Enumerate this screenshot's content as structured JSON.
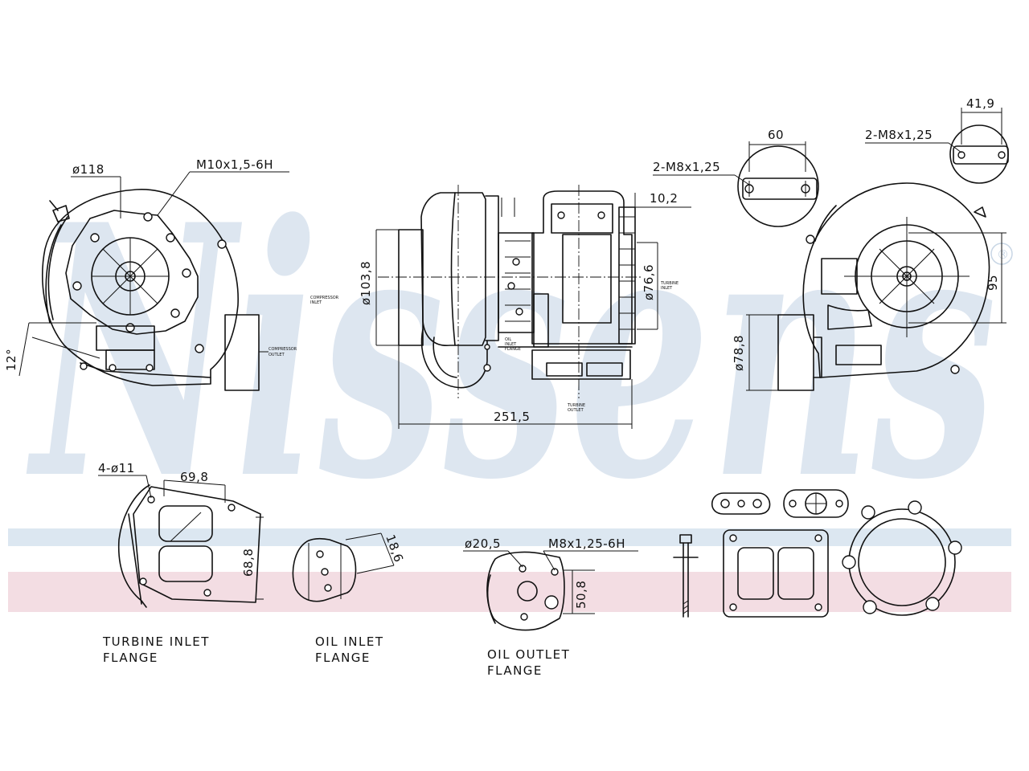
{
  "watermark": {
    "brand": "Nissens",
    "registered": "®",
    "brand_color": "#dde6f0",
    "stripe_blue": "#dce7f1",
    "stripe_red": "#f3dde3"
  },
  "dimensions": {
    "d118": "ø118",
    "m10": "M10x1,5-6H",
    "angle12": "12°",
    "d103": "ø103,8",
    "d76": "ø76,6",
    "len251": "251,5",
    "off102": "10,2",
    "d60": "60",
    "m8a": "2-M8x1,25",
    "d419": "41,9",
    "m8b": "2-M8x1,25",
    "h95": "95",
    "d788": "ø78,8",
    "holes4": "4-ø11",
    "w698": "69,8",
    "h688": "68,8",
    "d205": "ø20,5",
    "m8c": "M8x1,25-6H",
    "h508": "50,8",
    "h186": "18,6"
  },
  "labels": {
    "turbine_inlet_1": "TURBINE INLET",
    "turbine_inlet_2": "FLANGE",
    "oil_inlet_1": "OIL INLET",
    "oil_inlet_2": "FLANGE",
    "oil_outlet_1": "OIL OUTLET",
    "oil_outlet_2": "FLANGE"
  }
}
